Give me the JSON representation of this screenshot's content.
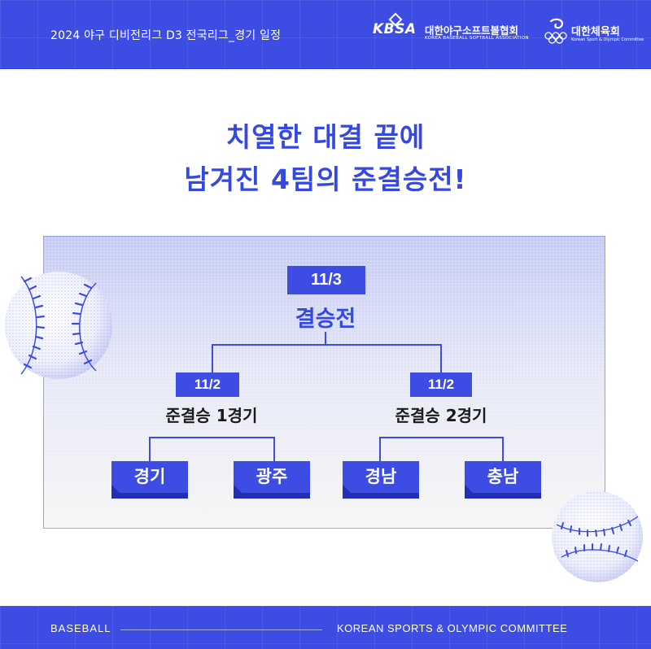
{
  "header": {
    "title": "2024 야구 디비전리그 D3 전국리그_경기 일정",
    "kbsa_mark": "KBSA",
    "kbsa_name": "대한야구소프트볼협회",
    "kbsa_sub": "KOREA BASEBALL SOFTBALL ASSOCIATION",
    "ksoc_name": "대한체육회",
    "ksoc_sub": "Korean Sport & Olympic Committee"
  },
  "headline": {
    "line1": "치열한 대결 끝에",
    "line2": "남겨진 4팀의 준결승전!"
  },
  "bracket": {
    "final": {
      "date": "11/3",
      "label": "결승전"
    },
    "semi1": {
      "date": "11/2",
      "label": "준결승 1경기",
      "team_a": "경기",
      "team_b": "광주"
    },
    "semi2": {
      "date": "11/2",
      "label": "준결승 2경기",
      "team_a": "경남",
      "team_b": "충남"
    }
  },
  "footer": {
    "left": "BASEBALL",
    "right": "KOREAN SPORTS & OLYMPIC COMMITTEE"
  },
  "colors": {
    "brand_blue": "#3d4de3",
    "headline_blue": "#3548e0"
  }
}
